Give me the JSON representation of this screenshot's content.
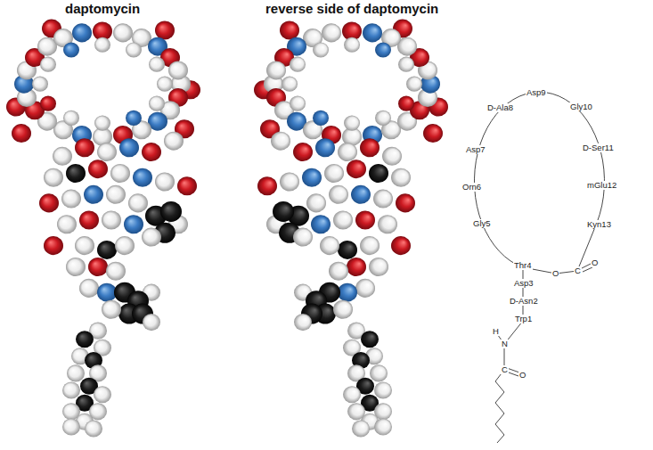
{
  "diagram": {
    "labels": [
      "daptomycin",
      "reverse side of daptomycin",
      "Asp9",
      "Gly10",
      "D-Ser11",
      "mGlu12",
      "Kyn13",
      "O",
      "C",
      "O",
      "Thr4",
      "Asp3",
      "D-Asn2",
      "Trp1",
      "H",
      "N",
      "C",
      "O",
      "Gly5",
      "Orn6",
      "Asp7",
      "D-Ala8"
    ]
  }
}
